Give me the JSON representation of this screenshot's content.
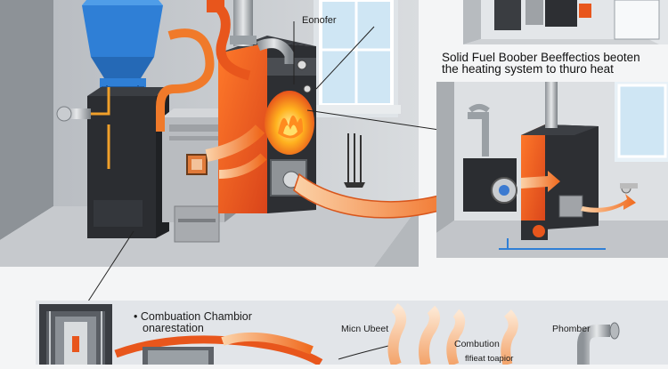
{
  "labels": {
    "top_callout": "Eonofer",
    "caption_line1": "Solid Fuel Boober Beeffectios beoten",
    "caption_line2": "the heating system to thuro heat",
    "combustion_line1": "• Combuation Chambior",
    "combustion_line2": "onarestation",
    "micn_label": "Micn Ubeet",
    "combution_label": "Combution",
    "flue_label": "flfieat toapior",
    "phomber_label": "Phomber"
  },
  "colors": {
    "boiler_orange": "#e8561c",
    "boiler_dark": "#2d2f33",
    "hopper_blue": "#2f7fd6",
    "arrow_orange": "#f07a2a",
    "wall_gray": "#9da3a8",
    "floor_gray": "#c9ccd0",
    "flame": "#ffb01f"
  }
}
